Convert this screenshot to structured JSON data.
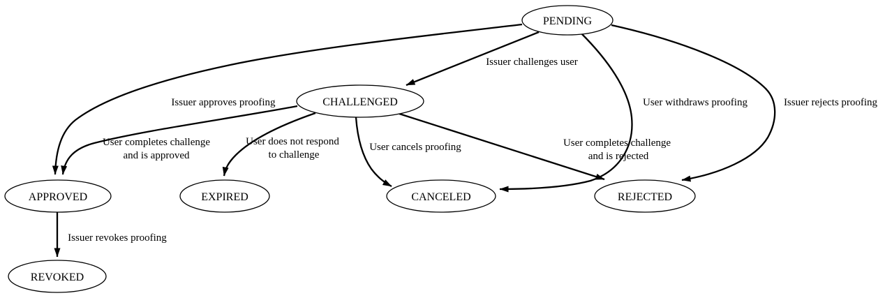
{
  "diagram": {
    "type": "state-transition-graph",
    "colors": {
      "background": "#ffffff",
      "node_fill": "#ffffff",
      "stroke": "#000000",
      "text": "#000000"
    },
    "nodes": {
      "pending": "PENDING",
      "challenged": "CHALLENGED",
      "approved": "APPROVED",
      "expired": "EXPIRED",
      "canceled": "CANCELED",
      "rejected": "REJECTED",
      "revoked": "REVOKED"
    },
    "edges": {
      "pending_challenged": "Issuer challenges user",
      "pending_approved": "Issuer approves proofing",
      "pending_canceled": "User withdraws proofing",
      "pending_rejected": "Issuer rejects proofing",
      "challenged_approved_line1": "User completes challenge",
      "challenged_approved_line2": "and is approved",
      "challenged_expired_line1": "User does not respond",
      "challenged_expired_line2": "to challenge",
      "challenged_canceled": "User cancels proofing",
      "challenged_rejected_line1": "User completes challenge",
      "challenged_rejected_line2": "and is rejected",
      "approved_revoked": "Issuer revokes proofing"
    }
  }
}
